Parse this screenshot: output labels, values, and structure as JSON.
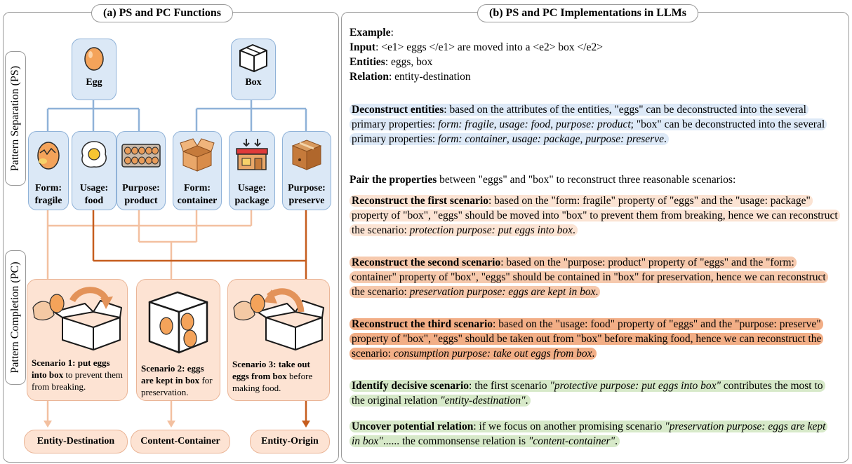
{
  "left_panel": {
    "title": "(a) PS and PC Functions",
    "ps_label": "Pattern Separation (PS)",
    "pc_label": "Pattern Completion (PC)",
    "entities": [
      {
        "label": "Egg",
        "icon": "egg-icon"
      },
      {
        "label": "Box",
        "icon": "box-icon"
      }
    ],
    "properties": [
      {
        "line1": "Form:",
        "line2": "fragile",
        "icon": "cracked-egg-icon"
      },
      {
        "line1": "Usage:",
        "line2": "food",
        "icon": "fried-egg-icon"
      },
      {
        "line1": "Purpose:",
        "line2": "product",
        "icon": "egg-carton-icon"
      },
      {
        "line1": "Form:",
        "line2": "container",
        "icon": "open-box-icon"
      },
      {
        "line1": "Usage:",
        "line2": "package",
        "icon": "package-icon"
      },
      {
        "line1": "Purpose:",
        "line2": "preserve",
        "icon": "sealed-box-icon"
      }
    ],
    "scenarios": [
      {
        "bold": "Scenario 1: put eggs into box",
        "rest": " to prevent them from breaking.",
        "icon": "hand-egg-into-box-icon"
      },
      {
        "bold": "Scenario 2: eggs are kept in box",
        "rest": " for preservation.",
        "icon": "eggs-in-box-icon"
      },
      {
        "bold": "Scenario 3: take out eggs from box",
        "rest": " before making food.",
        "icon": "hand-egg-out-of-box-icon"
      }
    ],
    "outputs": [
      "Entity-Destination",
      "Content-Container",
      "Entity-Origin"
    ],
    "colors": {
      "blue_fill": "#dbe8f6",
      "blue_line": "#8fb2d8",
      "peach_fill": "#fde3d3",
      "peach_line": "#f3c0a0",
      "orange_line": "#c65d1e"
    }
  },
  "right_panel": {
    "title": "(b) PS and PC Implementations in LLMs",
    "example_label": "Example",
    "input_label": "Input",
    "input_text": "<e1> eggs </e1> are moved into a <e2> box </e2>",
    "entities_label": "Entities",
    "entities_text": "eggs, box",
    "relation_label": "Relation",
    "relation_text": "entity-destination",
    "deconstruct": {
      "bold": "Deconstruct entities",
      "t1": ": based on the attributes of the entities, \"eggs\" can be deconstructed into the several primary properties: ",
      "i1": "form: fragile",
      "t2": ", ",
      "i2": "usage: food",
      "t3": ", ",
      "i3": "purpose: product",
      "t4": "; \"box\" can be deconstructed into the several primary properties: ",
      "i4": "form: container",
      "t5": ", ",
      "i5": "usage: package",
      "t6": ", ",
      "i6": "purpose: preserve",
      "t7": "."
    },
    "pair": {
      "bold": "Pair the properties",
      "text": " between \"eggs\" and \"box\" to reconstruct three reasonable scenarios:"
    },
    "first": {
      "bold": "Reconstruct the first scenario",
      "text": ": based on the \"form: fragile\" property of \"eggs\" and the \"usage: package\" property of \"box\", \"eggs\" should be moved into \"box\" to prevent them from breaking, hence we can reconstruct the scenario: ",
      "italic": "protection purpose: put eggs into box",
      "end": "."
    },
    "second": {
      "bold": "Reconstruct the second scenario",
      "text": ": based on the \"purpose: product\" property of \"eggs\" and the \"form: container\" property of \"box\", \"eggs\" should be contained in \"box\" for preservation, hence we can reconstruct the scenario: ",
      "italic": "preservation purpose: eggs are kept in box",
      "end": "."
    },
    "third": {
      "bold": "Reconstruct the third scenario",
      "text": ": based on the \"usage: food\" property of \"eggs\" and the \"purpose: preserve\" property of \"box\", \"eggs\" should be taken out from \"box\" before making food, hence we can reconstruct the scenario: ",
      "italic": "consumption purpose: take out eggs from box",
      "end": "."
    },
    "identify": {
      "bold": "Identify decisive scenario",
      "t1": ": the first scenario ",
      "i1": "\"protective purpose: put eggs into box\"",
      "t2": " contributes the most to the original relation ",
      "i2": "\"entity-destination\"",
      "t3": "."
    },
    "uncover": {
      "bold": "Uncover potential relation",
      "t1": ": if we focus on another promising scenario ",
      "i1": "\"preservation purpose: eggs are kept in box\"",
      "t2": "...... the commonsense relation is ",
      "i2": "\"content-container\"",
      "t3": "."
    }
  }
}
